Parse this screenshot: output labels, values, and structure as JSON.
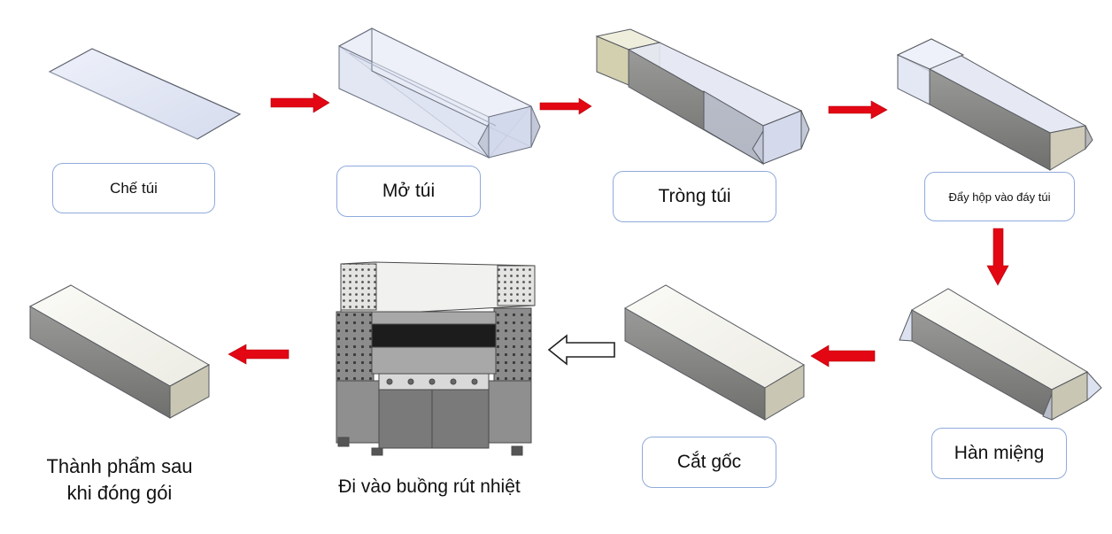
{
  "steps": {
    "che_tui": "Chế túi",
    "mo_tui": "Mở túi",
    "trong_tui": "Tròng túi",
    "day_hop": "Đẩy hộp vào đáy túi",
    "han_mieng": "Hàn miệng",
    "cat_goc": "Cắt gốc",
    "buong_rut_nhiet": "Đi vào buồng rút nhiệt",
    "thanh_pham_line1": "Thành phẩm sau",
    "thanh_pham_line2": "khi đóng gói"
  },
  "colors": {
    "arrow_red": "#e30613",
    "box_border": "#8faadc",
    "film_fill": "#dfe6f5",
    "box_light": "#f2f1ea",
    "box_dark": "#8c8c8a"
  },
  "icons": [
    "flat-bag-sheet",
    "open-bag-tube",
    "bag-sleeving-box",
    "box-pushed-into-bag",
    "sealed-mouth-box",
    "cut-corner-box",
    "shrink-tunnel-machine",
    "finished-wrapped-box",
    "red-arrow-right",
    "red-arrow-down",
    "red-arrow-left",
    "hollow-arrow-left"
  ]
}
